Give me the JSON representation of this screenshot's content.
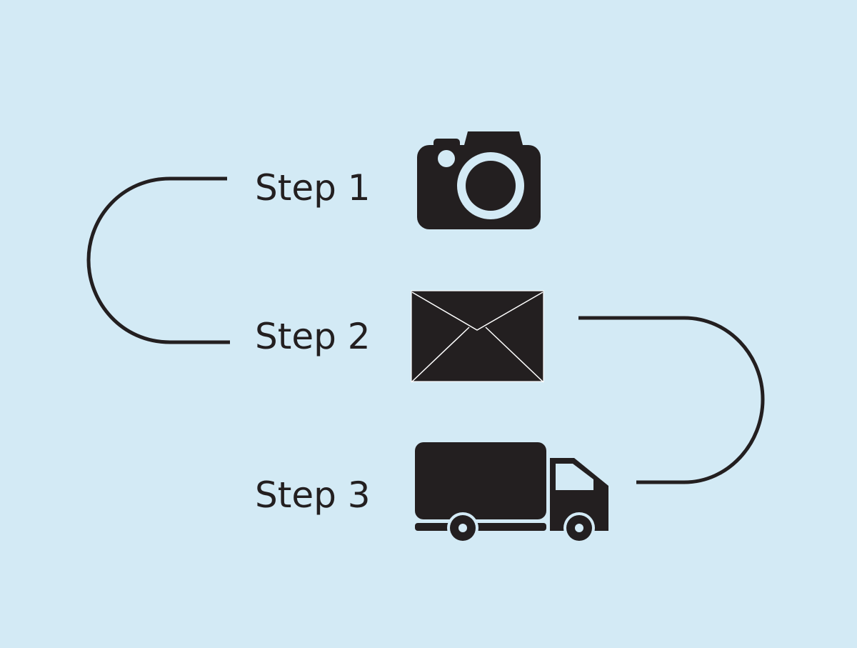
{
  "steps": [
    {
      "label": "Step 1",
      "icon": "camera-icon"
    },
    {
      "label": "Step 2",
      "icon": "envelope-icon"
    },
    {
      "label": "Step 3",
      "icon": "delivery-truck-icon"
    }
  ],
  "colors": {
    "background": "#d3eaf5",
    "ink": "#231f20"
  }
}
